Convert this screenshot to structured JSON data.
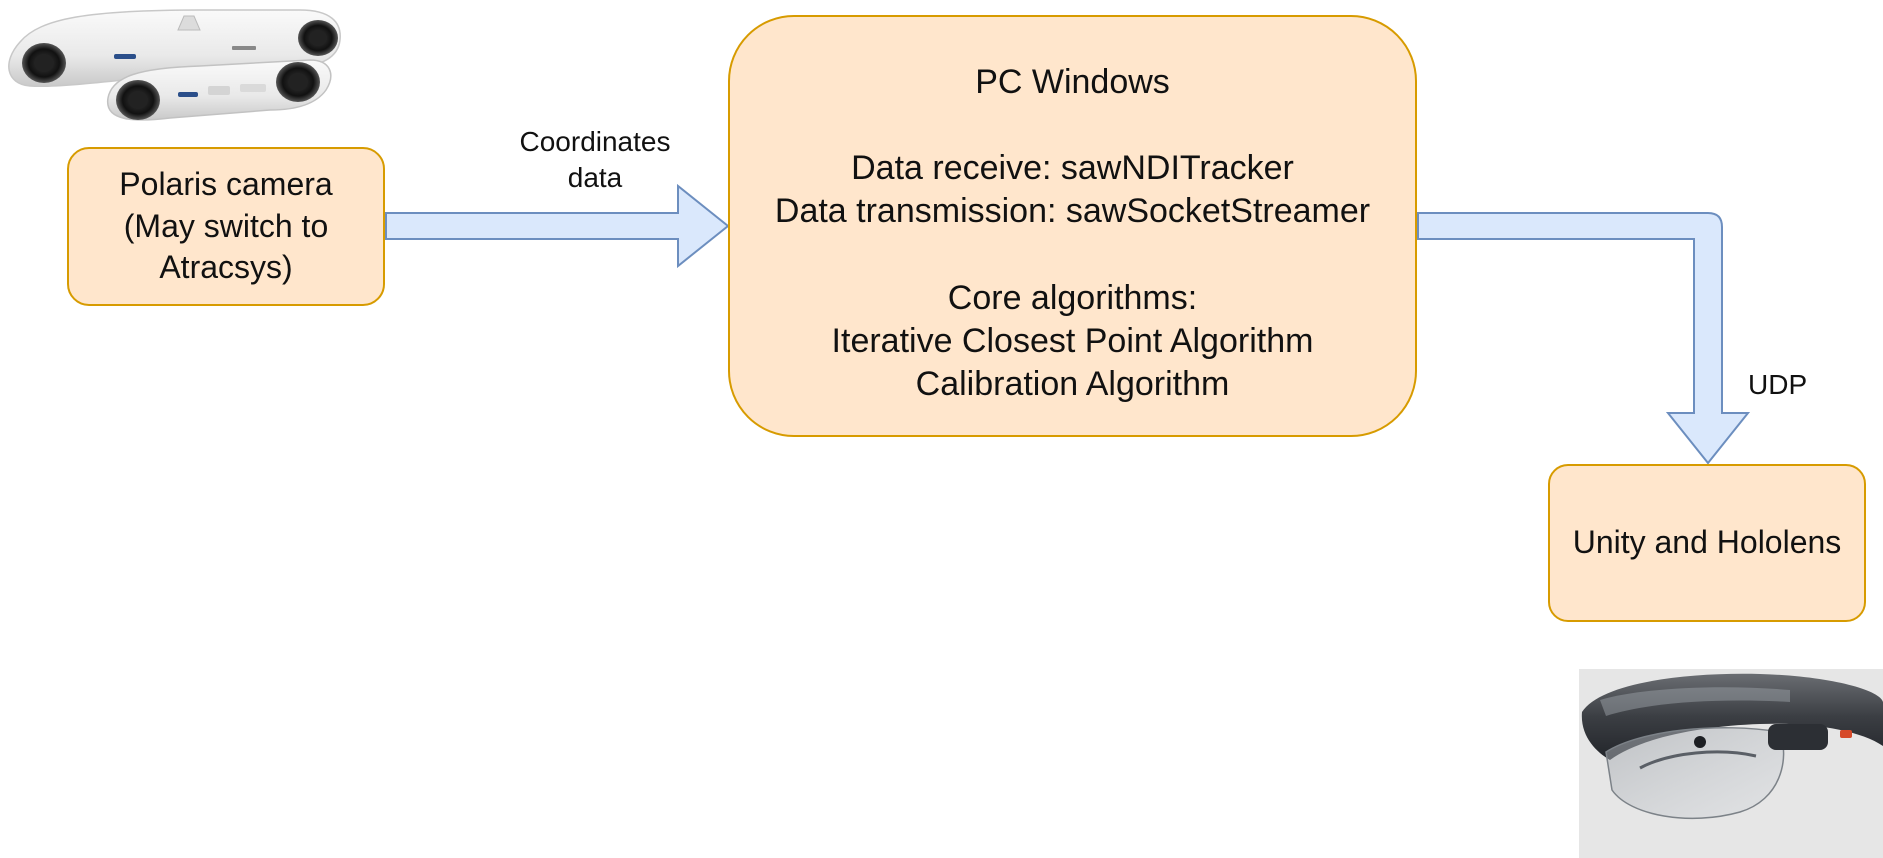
{
  "nodes": {
    "polaris": {
      "lines": [
        "Polaris camera",
        "(May switch to",
        "Atracsys)"
      ]
    },
    "pc": {
      "title": "PC Windows",
      "io_lines": [
        "Data receive: sawNDITracker",
        "Data transmission: sawSocketStreamer"
      ],
      "algo_lines": [
        "Core algorithms:",
        "Iterative Closest Point Algorithm",
        "Calibration Algorithm"
      ]
    },
    "unity": {
      "label": "Unity and Hololens"
    }
  },
  "edges": {
    "polaris_to_pc": {
      "label_lines": [
        "Coordinates",
        "data"
      ]
    },
    "pc_to_unity": {
      "label": "UDP"
    }
  },
  "photos": {
    "polaris_camera": {
      "icon": "ndi-polaris-camera-photo"
    },
    "hololens": {
      "icon": "hololens-headset-photo"
    }
  },
  "colors": {
    "node_fill": "#ffe6cc",
    "node_stroke": "#d79b00",
    "arrow_fill": "#dae8fc",
    "arrow_stroke": "#6c8ebf"
  }
}
